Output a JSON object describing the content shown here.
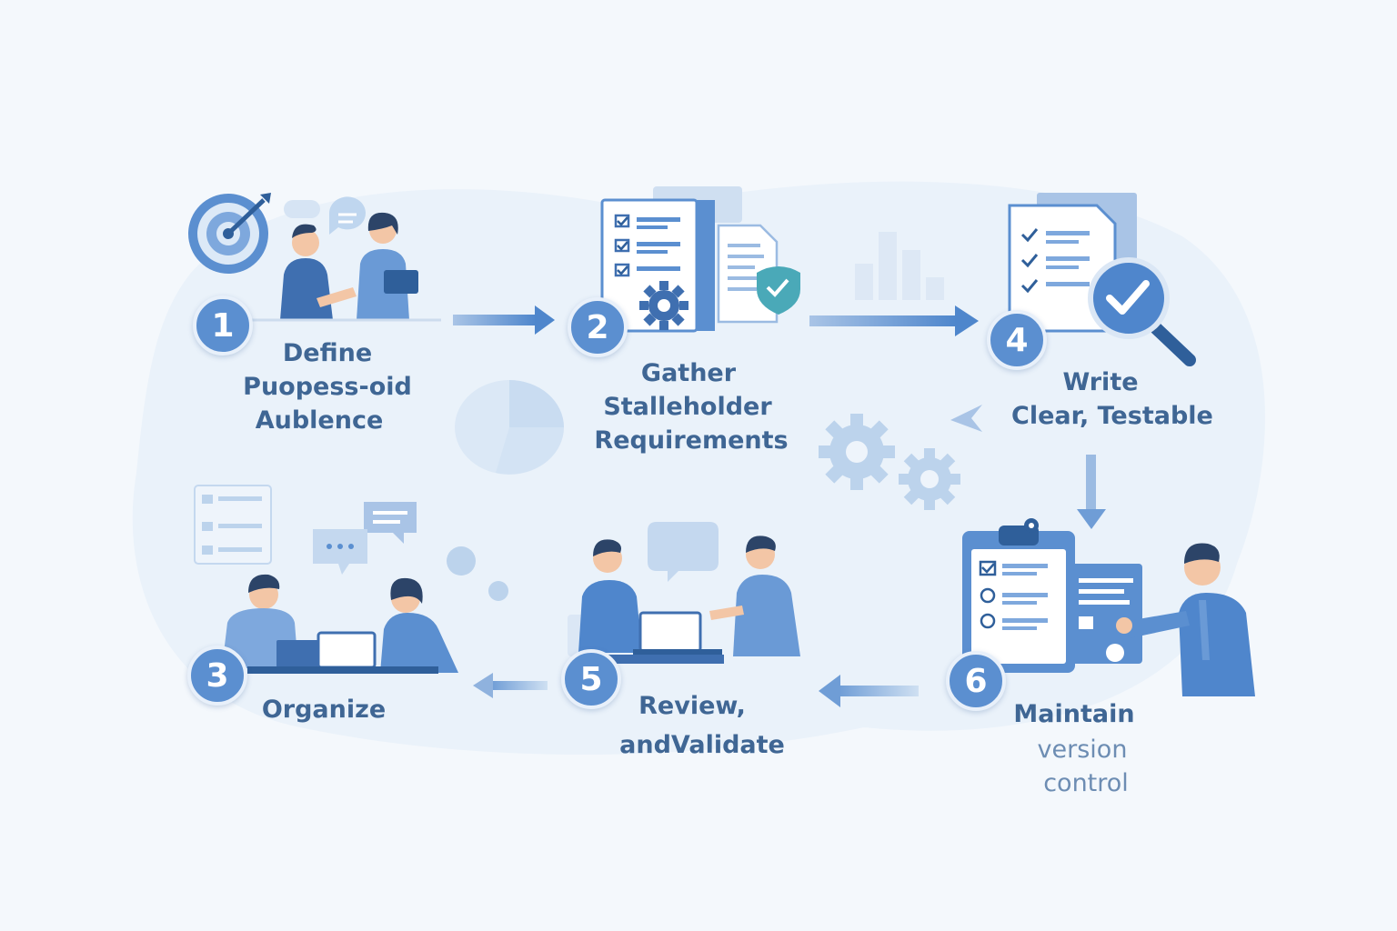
{
  "steps": [
    {
      "number": "1",
      "lines": [
        "Define",
        "Puopess-oid",
        "Aublence"
      ]
    },
    {
      "number": "2",
      "lines": [
        "Gather",
        "Stalleholder",
        "Requirements"
      ]
    },
    {
      "number": "3",
      "lines": [
        "Organize"
      ]
    },
    {
      "number": "4",
      "lines": [
        "Write",
        "Clear, Testable"
      ]
    },
    {
      "number": "5",
      "lines": [
        "Review,",
        "andValidate"
      ]
    },
    {
      "number": "6",
      "lines": [
        "Maintain",
        "version",
        "control"
      ]
    }
  ],
  "colors": {
    "background": "#f4f8fc",
    "primary": "#5b8fd0",
    "dark": "#2f5f9a",
    "text": "#3f6694",
    "light": "#dbe7f5",
    "accent_teal": "#4aa9b8"
  },
  "icons": [
    "target-icon",
    "chat-bubble-icon",
    "checklist-document-icon",
    "gear-icon",
    "checkmark-badge-icon",
    "bar-chart-icon",
    "magnifier-check-icon",
    "pie-chart-icon",
    "clipboard-icon",
    "laptop-icon",
    "person-icon"
  ]
}
